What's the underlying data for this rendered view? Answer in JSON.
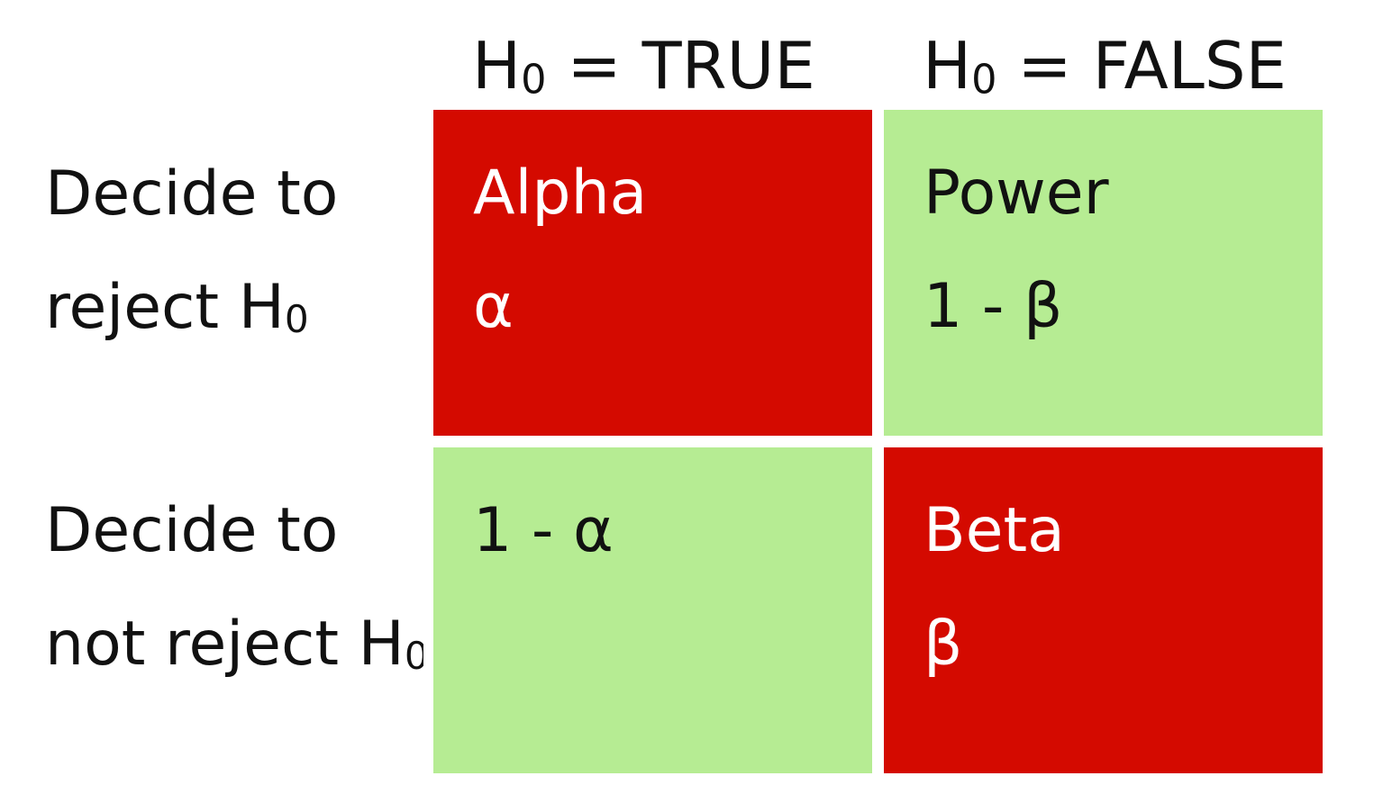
{
  "colors": {
    "error_cell": "#d40a00",
    "correct_cell": "#b6ec93",
    "error_text": "#ffffff",
    "correct_text": "#111111",
    "label_text": "#111111"
  },
  "columns": [
    {
      "h": "H",
      "sub": "0",
      "rest": " = TRUE"
    },
    {
      "h": "H",
      "sub": "0",
      "rest": " = FALSE"
    }
  ],
  "rows": [
    {
      "line1": "Decide to",
      "line2": "reject H",
      "sub": "0"
    },
    {
      "line1": "Decide to",
      "line2": "not reject H",
      "sub": "0"
    }
  ],
  "cells": {
    "alpha": {
      "name": "Alpha",
      "symbol": "α",
      "kind": "error"
    },
    "power": {
      "name": "Power",
      "symbol": "1 - β",
      "kind": "correct"
    },
    "one_minus_alpha": {
      "name": "1 - α",
      "symbol": "",
      "kind": "correct"
    },
    "beta": {
      "name": "Beta",
      "symbol": "β",
      "kind": "error"
    }
  }
}
